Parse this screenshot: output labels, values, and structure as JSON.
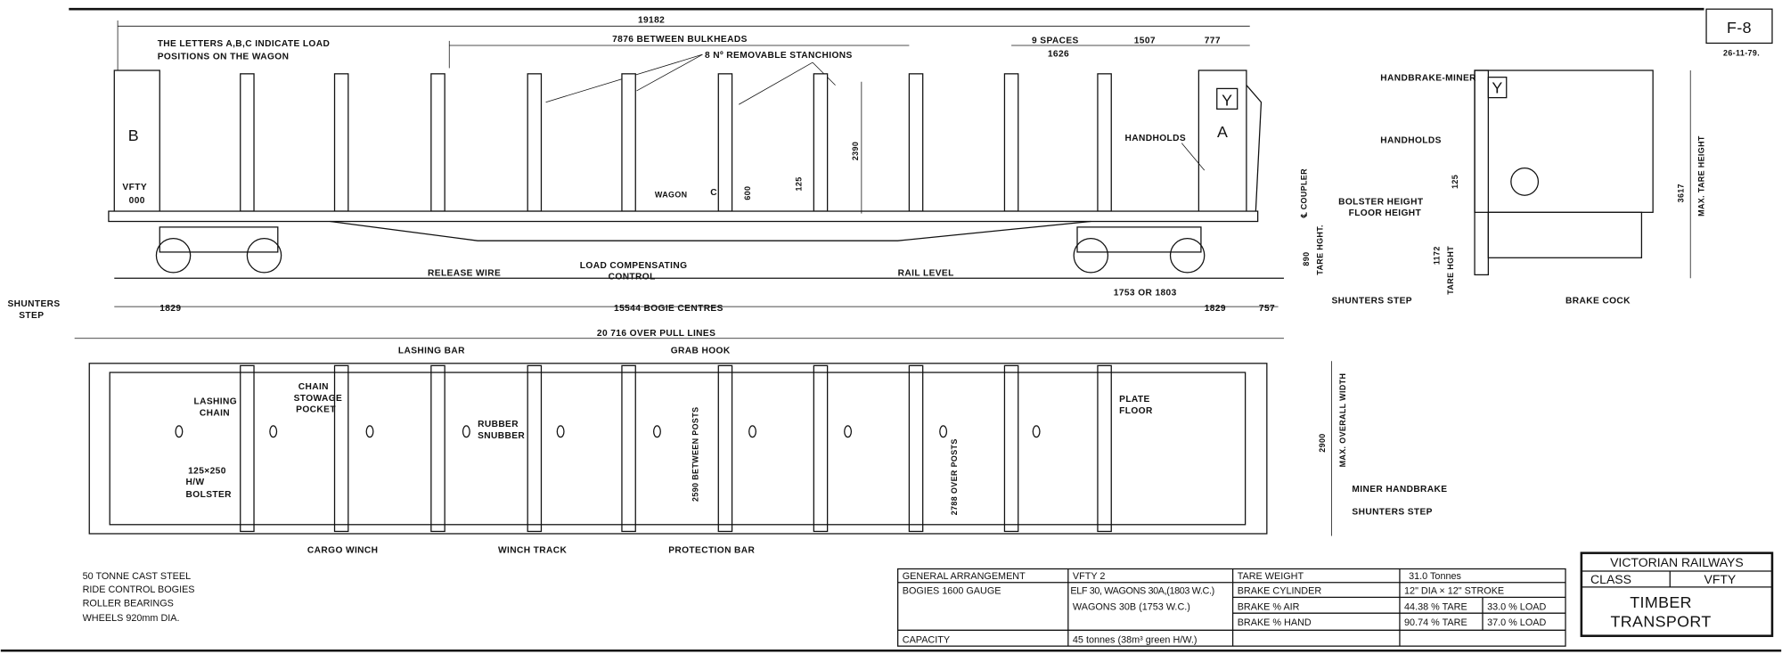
{
  "drawing": {
    "sheet_number": "F-8",
    "date": "26-11-79.",
    "note_letters": [
      "THE LETTERS A,B,C INDICATE LOAD",
      "POSITIONS ON THE WAGON"
    ],
    "wagon_code": "VFTY",
    "wagon_number": "000",
    "load_letters": {
      "a": "A",
      "b": "B",
      "c": "C",
      "y": "Y"
    }
  },
  "elevation": {
    "dim_overall": "19182",
    "dim_bulkheads": "7876  BETWEEN  BULKHEADS",
    "stanchions": "8 Nº  REMOVABLE  STANCHIONS",
    "spaces": "9  SPACES",
    "dim_1626": "1626",
    "dim_1507": "1507",
    "dim_777": "777",
    "handholds": "HANDHOLDS",
    "wagon": "WAGON",
    "dim_600": "600",
    "dim_125": "125",
    "dim_2390": "2390",
    "coupler": "℄ COUPLER",
    "tare_height": "TARE HGHT.",
    "dim_890": "890",
    "release_wire": "RELEASE  WIRE",
    "load_comp": [
      "LOAD  COMPENSATING",
      "CONTROL"
    ],
    "rail_level": "RAIL  LEVEL",
    "dim_1829_left": "1829",
    "bogie_centres": "15544  BOGIE  CENTRES",
    "dim_1829_right": "1829",
    "dim_757": "757",
    "wheelbase": "1753  OR  1803",
    "pull_lines": "20 716  OVER  PULL  LINES",
    "shunters_step": [
      "SHUNTERS",
      "STEP"
    ]
  },
  "end_view": {
    "handbrake_miner": "HANDBRAKE-MINER",
    "handholds": "HANDHOLDS",
    "bolster_height": "BOLSTER  HEIGHT",
    "floor_height": "FLOOR  HEIGHT",
    "shunters_step": "SHUNTERS  STEP",
    "brake_cock": "BRAKE  COCK",
    "dim_3617": "3617",
    "max_tare_height": "MAX. TARE HEIGHT",
    "dim_1172": "1172",
    "tare_hght": "TARE HGHT",
    "dim_125": "125"
  },
  "plan": {
    "lashing_bar": "LASHING  BAR",
    "grab_hook": "GRAB  HOOK",
    "lashing_chain": [
      "LASHING",
      "CHAIN"
    ],
    "chain_pocket": [
      "CHAIN",
      "STOWAGE",
      "POCKET"
    ],
    "rubber_snubber": [
      "RUBBER",
      "SNUBBER"
    ],
    "between_posts": "2590  BETWEEN  POSTS",
    "over_posts": "2788  OVER  POSTS",
    "plate_floor": [
      "PLATE",
      "FLOOR"
    ],
    "bolster": [
      "125×250",
      "H/W",
      "BOLSTER"
    ],
    "dim_2900": "2900",
    "max_width": "MAX. OVERALL WIDTH",
    "miner_handbrake": "MINER  HANDBRAKE",
    "shunters_step": "SHUNTERS  STEP",
    "cargo_winch": "CARGO  WINCH",
    "winch_track": "WINCH  TRACK",
    "protection_bar": "PROTECTION  BAR"
  },
  "notes": [
    "50 TONNE CAST STEEL",
    "RIDE CONTROL BOGIES",
    "ROLLER BEARINGS",
    "WHEELS 920mm DIA."
  ],
  "spec_table": {
    "general_arrangement_label": "GENERAL  ARRANGEMENT",
    "general_arrangement_value": "VFTY 2",
    "bogies_label": "BOGIES    1600  GAUGE",
    "bogies_value": [
      "ELF 30, WAGONS 30A,(1803 W.C.)",
      "WAGONS 30B    (1753 W.C.)"
    ],
    "capacity_label": "CAPACITY",
    "capacity_value": "45 tonnes (38m³ green H/W.)",
    "tare_weight_label": "TARE  WEIGHT",
    "tare_weight_value": "31.0  Tonnes",
    "brake_cylinder_label": "BRAKE  CYLINDER",
    "brake_cylinder_value": "12\" DIA × 12\" STROKE",
    "brake_air_label": "BRAKE        % AIR",
    "brake_air_tare": "44.38 % TARE",
    "brake_air_load": "33.0  % LOAD",
    "brake_hand_label": "BRAKE        % HAND",
    "brake_hand_tare": "90.74 % TARE",
    "brake_hand_load": "37.0  % LOAD"
  },
  "title_block": {
    "org": "VICTORIAN   RAILWAYS",
    "class_label": "CLASS",
    "class_value": "VFTY",
    "title": [
      "TIMBER",
      "TRANSPORT"
    ]
  }
}
